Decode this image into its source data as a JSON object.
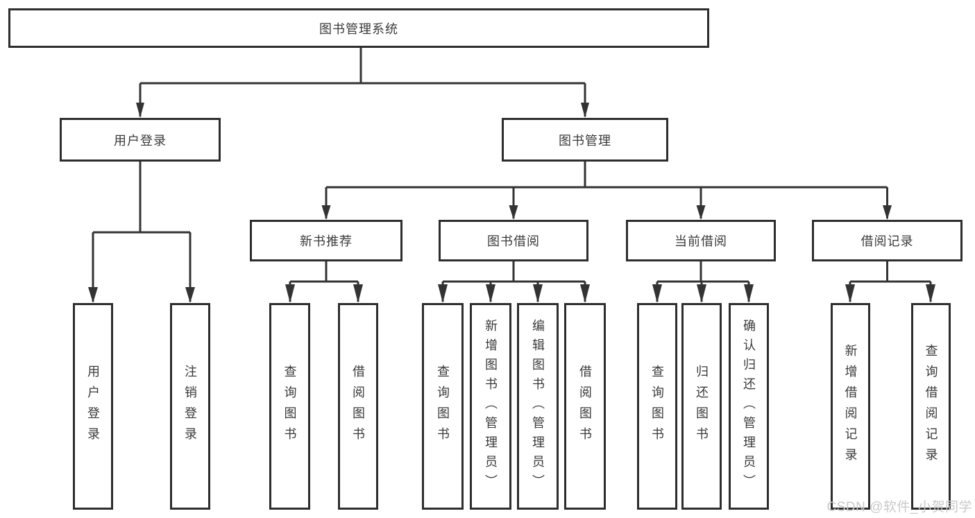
{
  "tree": {
    "root": "图书管理系统",
    "children": [
      {
        "label": "用户登录",
        "children": [
          "用户登录",
          "注销登录"
        ]
      },
      {
        "label": "图书管理",
        "children": [
          {
            "label": "新书推荐",
            "children": [
              "查询图书",
              "借阅图书"
            ]
          },
          {
            "label": "图书借阅",
            "children": [
              "查询图书",
              "新增图书（管理员）",
              "编辑图书（管理员）",
              "借阅图书"
            ]
          },
          {
            "label": "当前借阅",
            "children": [
              "查询图书",
              "归还图书",
              "确认归还（管理员）"
            ]
          },
          {
            "label": "借阅记录",
            "children": [
              "新增借阅记录",
              "查询借阅记录"
            ]
          }
        ]
      }
    ]
  },
  "watermark": {
    "text": "CSDN @软件_小贺同学"
  },
  "colors": {
    "line": "#333333",
    "box_border": "#2d2d2d",
    "text": "#3a3a3a",
    "background": "#ffffff",
    "watermark": "#c9c9c9"
  }
}
